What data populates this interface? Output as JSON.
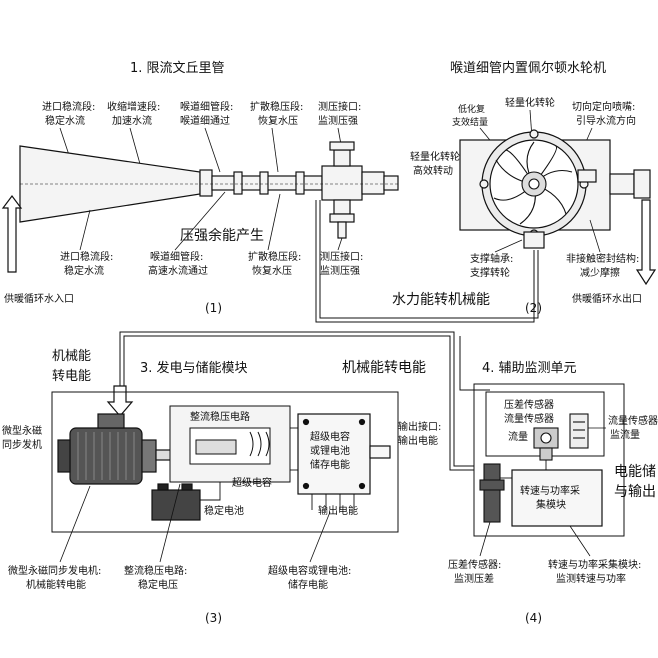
{
  "sections": {
    "venturi_title": "1. 限流文丘里管",
    "pelton_title": "喉道细管内置佩尔顿水轮机",
    "gen_title": "3. 发电与储能模块",
    "monitor_title": "4. 辅助监测单元"
  },
  "venturi": {
    "top_labels": [
      {
        "l1": "进口稳流段:",
        "l2": "稳定水流"
      },
      {
        "l1": "收缩增速段:",
        "l2": "加速水流"
      },
      {
        "l1": "喉道细管段:",
        "l2": "喉道细通过"
      },
      {
        "l1": "扩散稳压段:",
        "l2": "恢复水压"
      },
      {
        "l1": "测压接口:",
        "l2": "监测压强"
      }
    ],
    "bottom_labels": [
      {
        "l1": "进口稳流段:",
        "l2": "稳定水流"
      },
      {
        "l1": "喉道细管段:",
        "l2": "高速水流通过"
      },
      {
        "l1": "扩散稳压段:",
        "l2": "恢复水压"
      },
      {
        "l1": "测压接口:",
        "l2": "监测压强"
      }
    ],
    "pressure_label": "压强余能产生",
    "inlet_label": "供暖循环水入口",
    "figure_num": "(1)"
  },
  "pelton": {
    "label_tl1": "低化复",
    "label_tl2": "支效结量",
    "label_top": "轻量化转轮",
    "label_tr1": "切向定向喷嘴:",
    "label_tr2": "引导水流方向",
    "label_l1": "轻量化转轮:",
    "label_l2": "高效转动",
    "label_bl1": "支撑轴承:",
    "label_bl2": "支撑转轮",
    "label_br1": "非接触密封结构:",
    "label_br2": "减少摩擦",
    "outlet_label": "供暖循环水出口",
    "figure_num": "(2)"
  },
  "flow_labels": {
    "hydro_to_mech": "水力能转机械能",
    "mech_to_elec_left_1": "机械能",
    "mech_to_elec_left_2": "转电能",
    "mech_to_elec_mid": "机械能转电能"
  },
  "generation": {
    "rect_circuit": "整流稳压电路",
    "super_cap": "超级电容",
    "battery": "稳定电池",
    "output": "输出电能",
    "box_l1": "超级电容",
    "box_l2": "或锂电池",
    "box_l3": "储存电能",
    "generator_l1": "微型永磁",
    "generator_l2": "同步发机",
    "port_l1": "输出接口:",
    "port_l2": "输出电能",
    "bottom": [
      {
        "l1": "微型永磁同步发电机:",
        "l2": "机械能转电能"
      },
      {
        "l1": "整流稳压电路:",
        "l2": "稳定电压"
      },
      {
        "l1": "超级电容或锂电池:",
        "l2": "储存电能"
      }
    ],
    "figure_num": "(3)"
  },
  "monitoring": {
    "dp_sensor": "压差传感器",
    "flow_sensor": "流量传感器",
    "flow": "流量",
    "flow_right_l1": "流量传感器",
    "flow_right_l2": "监流量",
    "speed_l1": "转速与功率采",
    "speed_l2": "集模块",
    "storage_l1": "电能储",
    "storage_l2": "与输出",
    "bottom_l1": "压差传感器:",
    "bottom_l2": "监测压差",
    "bottom_r1": "转速与功率采集模块:",
    "bottom_r2": "监测转速与功率",
    "figure_num": "(4)"
  }
}
